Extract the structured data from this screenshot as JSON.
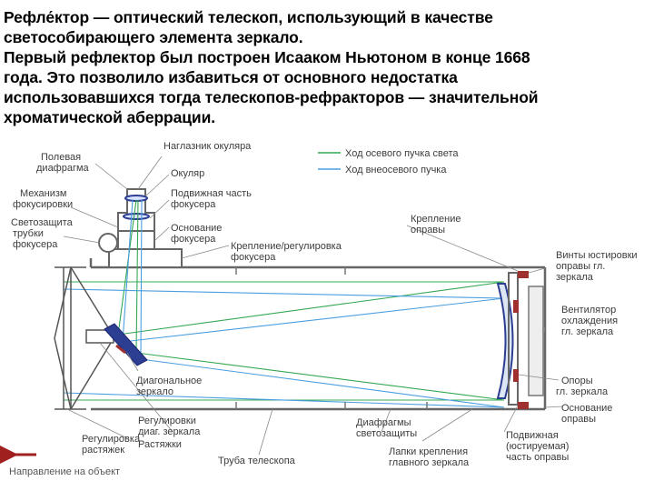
{
  "intro": {
    "line1": "Рефле́ктор — оптический телескоп, использующий в качестве",
    "line2": "светособирающего элемента зеркало.",
    "line3": "Первый рефлектор был построен Исааком Ньютоном в конце 1668",
    "line4": "года. Это позволило избавиться от основного недостатка",
    "line5": "использовавшихся тогда телескопов-рефракторов — значительной",
    "line6": "хроматической аберрации."
  },
  "legend": {
    "axial": "Ход осевого пучка света",
    "offaxis": "Ход внеосевого пучка",
    "colors": {
      "axial": "#34a853",
      "offaxis": "#4a9ee0"
    }
  },
  "labels": {
    "field_diaphragm_1": "Полевая",
    "field_diaphragm_2": "диафрагма",
    "focus_mechanism_1": "Механизм",
    "focus_mechanism_2": "фокусировки",
    "focuser_shield_1": "Светозащита",
    "focuser_shield_2": "трубки",
    "focuser_shield_3": "фокусера",
    "eyecup": "Наглазник окуляра",
    "eyepiece": "Окуляр",
    "focuser_moving_1": "Подвижная часть",
    "focuser_moving_2": "фокусера",
    "focuser_base_1": "Основание",
    "focuser_base_2": "фокусера",
    "focuser_mount_1": "Крепление/регулировка",
    "focuser_mount_2": "фокусера",
    "cell_mount_1": "Крепление",
    "cell_mount_2": "оправы",
    "collimation_screws_1": "Винты юстировки",
    "collimation_screws_2": "оправы гл.",
    "collimation_screws_3": "зеркала",
    "fan_1": "Вентилятор",
    "fan_2": "охлаждения",
    "fan_3": "гл. зеркала",
    "mirror_supports_1": "Опоры",
    "mirror_supports_2": "гл. зеркала",
    "cell_base_1": "Основание",
    "cell_base_2": "оправы",
    "cell_moving_1": "Подвижная",
    "cell_moving_2": "(юстируемая)",
    "cell_moving_3": "часть оправы",
    "mirror_clips_1": "Лапки крепления",
    "mirror_clips_2": "главного зеркала",
    "baffles_1": "Диафрагмы",
    "baffles_2": "светозащиты",
    "tube": "Труба телескопа",
    "secondary_adjust_1": "Регулировки",
    "secondary_adjust_2": "диаг. зеркала",
    "secondary_adjust_3": "Растяжки",
    "spider_adjust_1": "Регулировка",
    "spider_adjust_2": "растяжек",
    "diagonal_1": "Диагональное",
    "diagonal_2": "зеркало",
    "direction": "Направление на объект"
  }
}
